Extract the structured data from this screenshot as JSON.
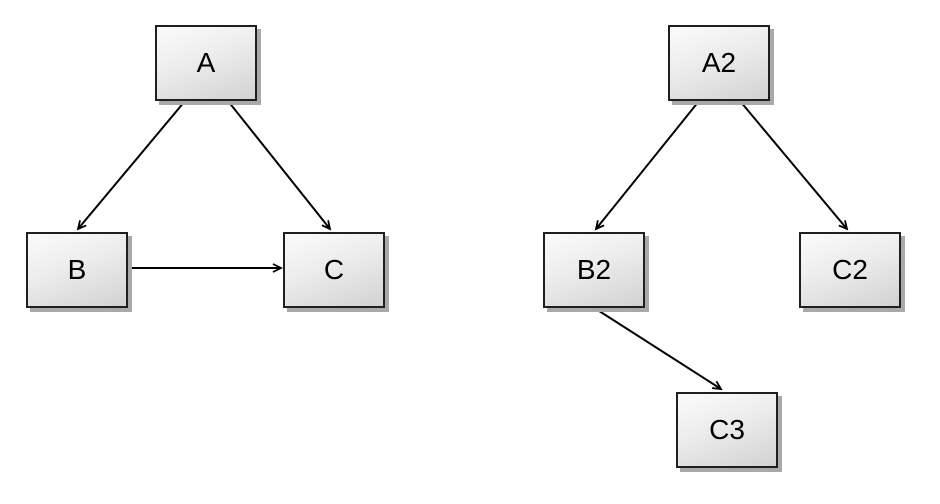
{
  "diagram": {
    "type": "directed-graph",
    "background": "#ffffff",
    "style": {
      "node_fill_top": "#fbfbfb",
      "node_fill_bottom": "#d2d2d2",
      "node_border_color": "#1f1f1f",
      "node_shadow_color": "#a9a9a9",
      "edge_color": "#000000",
      "arrowhead": "open"
    },
    "graphs": [
      {
        "name": "left-graph",
        "nodes": [
          {
            "id": "A",
            "label": "A"
          },
          {
            "id": "B",
            "label": "B"
          },
          {
            "id": "C",
            "label": "C"
          }
        ],
        "edges": [
          {
            "from": "A",
            "to": "B"
          },
          {
            "from": "A",
            "to": "C"
          },
          {
            "from": "B",
            "to": "C"
          }
        ]
      },
      {
        "name": "right-graph",
        "nodes": [
          {
            "id": "A2",
            "label": "A2"
          },
          {
            "id": "B2",
            "label": "B2"
          },
          {
            "id": "C2",
            "label": "C2"
          },
          {
            "id": "C3",
            "label": "C3"
          }
        ],
        "edges": [
          {
            "from": "A2",
            "to": "B2"
          },
          {
            "from": "A2",
            "to": "C2"
          },
          {
            "from": "B2",
            "to": "C3"
          }
        ]
      }
    ]
  }
}
